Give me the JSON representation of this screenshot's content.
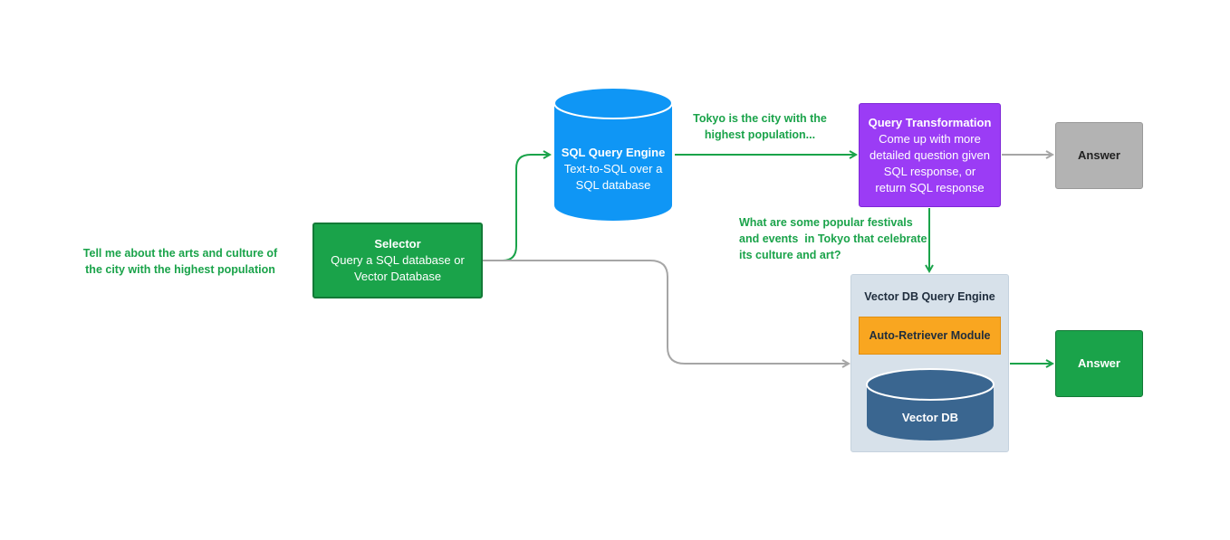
{
  "input_query": "Tell me about the arts and culture of the city with the highest population",
  "selector": {
    "title": "Selector",
    "line1": "Query a SQL database or",
    "line2": "Vector Database"
  },
  "sql_engine": {
    "title": "SQL Query Engine",
    "line1": "Text-to-SQL over a",
    "line2": "SQL database"
  },
  "sql_response": {
    "line1": "Tokyo is the city with the",
    "line2": "highest population..."
  },
  "query_transformation": {
    "title": "Query Transformation",
    "line1": "Come up with more",
    "line2": "detailed question given",
    "line3": "SQL response, or",
    "line4": "return SQL response"
  },
  "transformed_question": {
    "line1": "What are some popular festivals",
    "line2": "and events  in Tokyo that celebrate",
    "line3": "its culture and art?"
  },
  "vector_engine": {
    "title": "Vector DB Query Engine",
    "module": "Auto-Retriever Module",
    "db_label": "Vector DB"
  },
  "answer_top": "Answer",
  "answer_bottom": "Answer",
  "colors": {
    "green": "#1aa34a",
    "blue": "#0f96f5",
    "purple": "#9b3cf5",
    "gray": "#b3b3b3",
    "orange": "#f9a620",
    "navy": "#3a6690",
    "panel": "#d7e1ea"
  }
}
